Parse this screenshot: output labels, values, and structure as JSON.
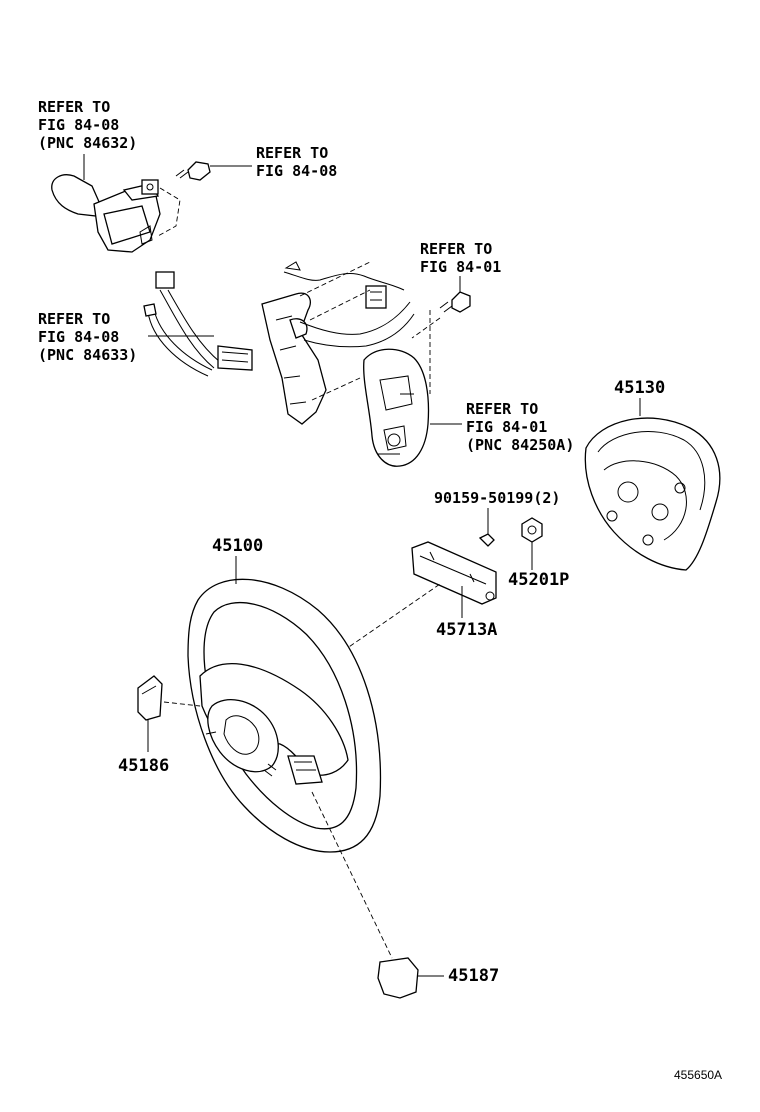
{
  "labels": {
    "refer_1": [
      "REFER TO",
      "FIG 84-08",
      "(PNC 84632)"
    ],
    "refer_2": [
      "REFER TO",
      "FIG 84-08"
    ],
    "refer_3": [
      "REFER TO",
      "FIG 84-01"
    ],
    "refer_4": [
      "REFER TO",
      "FIG 84-08",
      "(PNC 84633)"
    ],
    "refer_5": [
      "REFER TO",
      "FIG 84-01",
      "(PNC 84250A)"
    ],
    "p45130": "45130",
    "p90159": "90159-50199(2)",
    "p45100": "45100",
    "p45201p": "45201P",
    "p45713a": "45713A",
    "p45186": "45186",
    "p45187": "45187"
  },
  "figure_ref": "455650A"
}
